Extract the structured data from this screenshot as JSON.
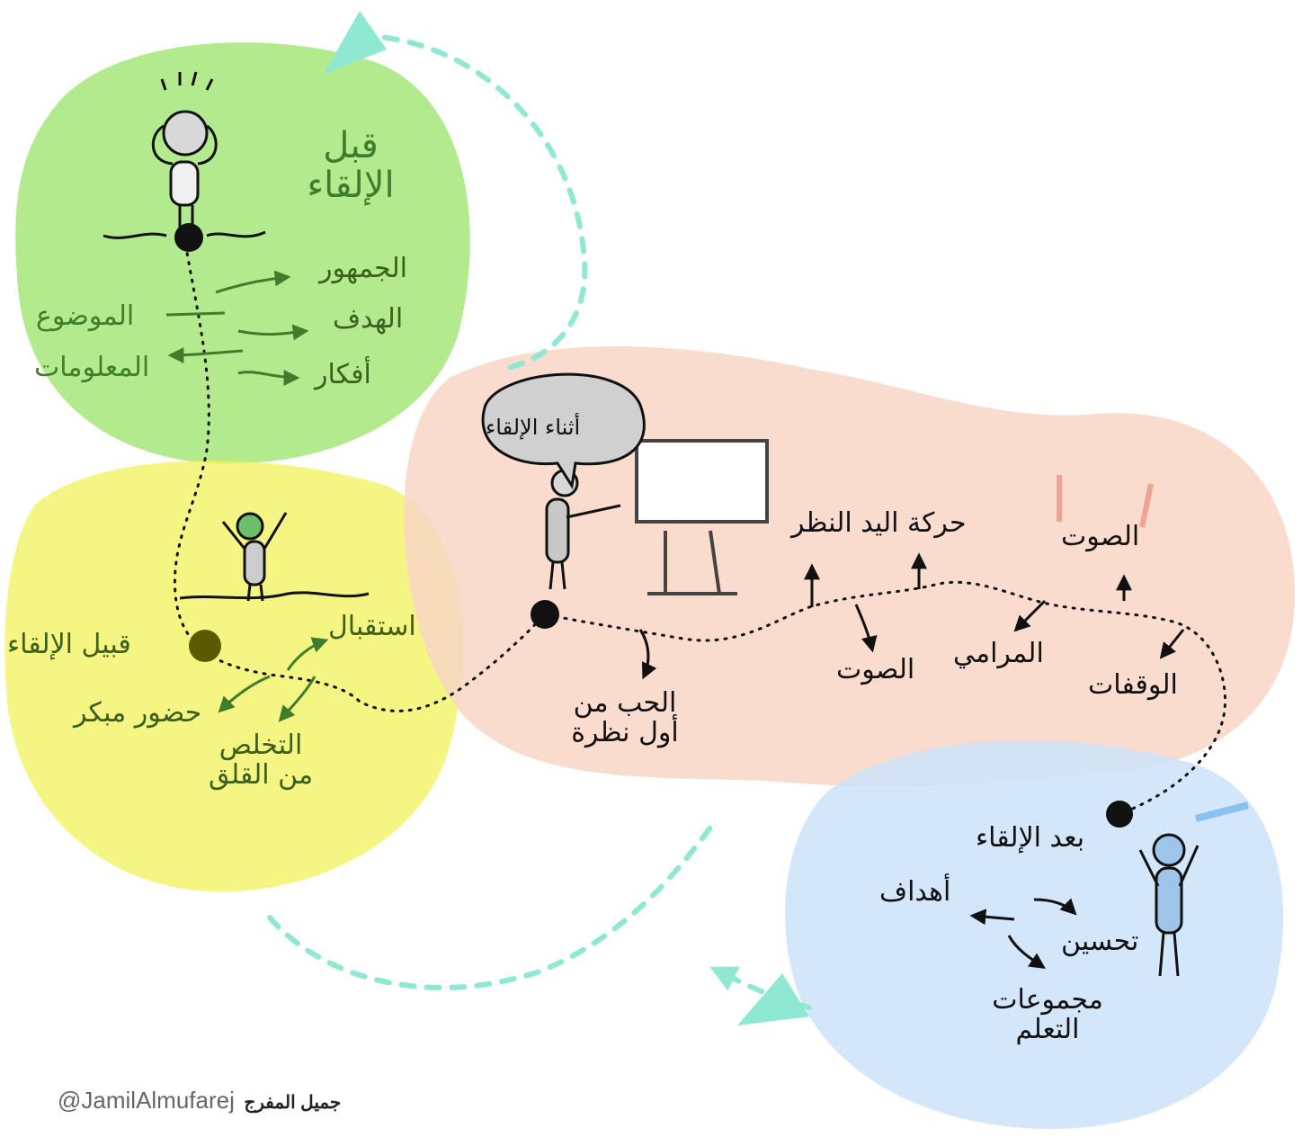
{
  "colors": {
    "green": "#a6e67a",
    "yellow": "#f2f25a",
    "peach": "#f8d6c4",
    "blue": "#cfe3f8",
    "cycle": "#8ee8d2",
    "ink": "#111111"
  },
  "stages": {
    "before": {
      "title": "قبل\nالإلقاء",
      "items": {
        "audience": "الجمهور",
        "goal": "الهدف",
        "ideas": "أفكار",
        "topic": "الموضوع",
        "info": "المعلومات"
      }
    },
    "just_before": {
      "title": "قبيل الإلقاء",
      "items": {
        "reception": "استقبال",
        "early": "حضور مبكر",
        "anxiety": "التخلص\nمن القلق"
      }
    },
    "during": {
      "bubble": "أثناء الإلقاء",
      "items": {
        "first_sight": "الحب من\nأول نظرة",
        "hand_eye": "حركة اليد النظر",
        "voice_mid": "الصوت",
        "intent": "المرامي",
        "voice_right": "الصوت",
        "pauses": "الوقفات"
      }
    },
    "after": {
      "title": "بعد الإلقاء",
      "items": {
        "goals": "أهداف",
        "improve": "تحسين",
        "groups": "مجموعات\nالتعلم"
      }
    }
  },
  "credit": {
    "handle": "@JamilAlmufarej",
    "name": "جميل المفرج"
  }
}
